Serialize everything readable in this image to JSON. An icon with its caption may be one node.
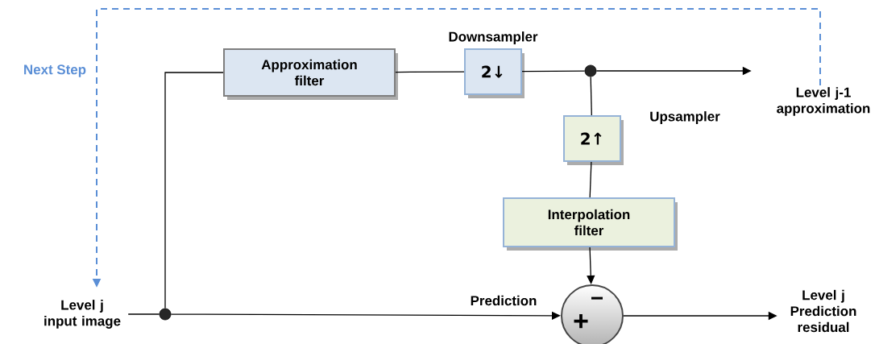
{
  "diagram": {
    "nodes": [
      {
        "text": [
          "Level j input image"
        ]
      },
      {
        "text": [],
        "shape": "circle"
      },
      {
        "text": [
          "Approximation filter"
        ]
      },
      {
        "text": [
          "2↓"
        ],
        "beside": [
          "Downsampler"
        ]
      },
      {
        "text": [],
        "shape": "circle"
      },
      {
        "text": [
          "Level j-1 approximation"
        ]
      },
      {
        "text": [
          "2↑"
        ],
        "beside": [
          "Upsampler"
        ]
      },
      {
        "text": [
          "Interpolation filter"
        ]
      },
      {
        "text": [
          "−",
          "+"
        ]
      },
      {
        "text": [
          "Level j Prediction residual"
        ]
      }
    ],
    "edges": [
      {
        "from": 0,
        "to": 1,
        "arrow": "none"
      },
      {
        "from": 1,
        "to": 2,
        "arrow": "none"
      },
      {
        "from": 2,
        "to": 3,
        "arrow": "none"
      },
      {
        "from": 3,
        "to": 4,
        "arrow": "none"
      },
      {
        "from": 4,
        "to": 5,
        "arrow": "to"
      },
      {
        "from": 4,
        "to": 6,
        "arrow": "none"
      },
      {
        "from": 6,
        "to": 7,
        "arrow": "none"
      },
      {
        "from": 7,
        "to": 8,
        "arrow": "to"
      },
      {
        "from": 1,
        "to": 8,
        "arrow": "to",
        "label": "Prediction"
      },
      {
        "from": 8,
        "to": 9,
        "arrow": "to"
      },
      {
        "from": 5,
        "to": 0,
        "arrow": "to",
        "label": "Next Step",
        "style": "dashed",
        "color": "#5b8fd6"
      }
    ]
  }
}
